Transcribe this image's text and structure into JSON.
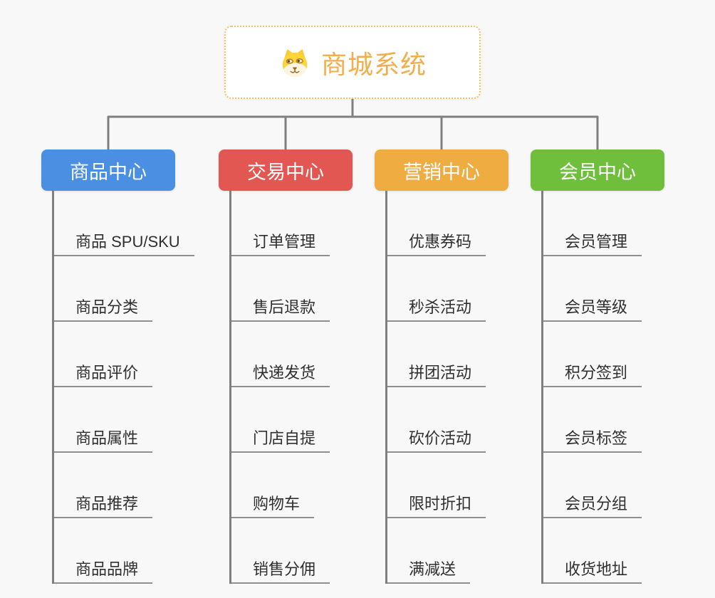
{
  "root": {
    "title": "商城系统",
    "icon": "doge-icon",
    "title_color": "#f2ae4b",
    "border_color": "#f6c065"
  },
  "connector_color": "#7f7f7f",
  "branches": [
    {
      "label": "商品中心",
      "color": "#4a8fe2",
      "items": [
        "商品 SPU/SKU",
        "商品分类",
        "商品评价",
        "商品属性",
        "商品推荐",
        "商品品牌"
      ]
    },
    {
      "label": "交易中心",
      "color": "#e35752",
      "items": [
        "订单管理",
        "售后退款",
        "快递发货",
        "门店自提",
        "购物车",
        "销售分佣"
      ]
    },
    {
      "label": "营销中心",
      "color": "#efac41",
      "items": [
        "优惠券码",
        "秒杀活动",
        "拼团活动",
        "砍价活动",
        "限时折扣",
        "满减送"
      ]
    },
    {
      "label": "会员中心",
      "color": "#6fbe3c",
      "items": [
        "会员管理",
        "会员等级",
        "积分签到",
        "会员标签",
        "会员分组",
        "收货地址"
      ]
    }
  ]
}
